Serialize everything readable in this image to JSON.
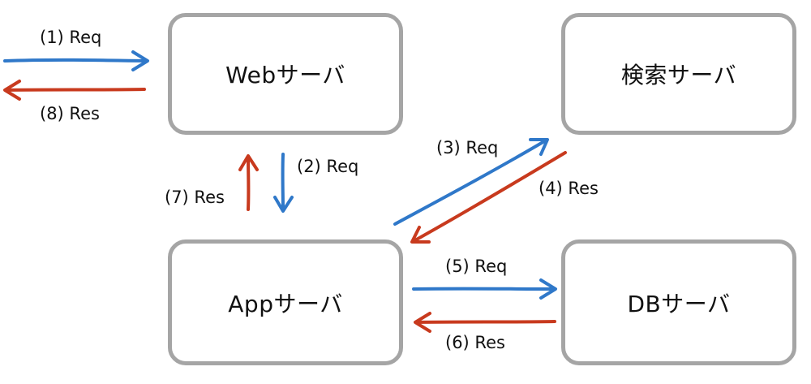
{
  "nodes": {
    "web": "Webサーバ",
    "search": "検索サーバ",
    "app": "Appサーバ",
    "db": "DBサーバ"
  },
  "labels": {
    "step1": "(1) Req",
    "step2": "(2) Req",
    "step3": "(3) Req",
    "step4": "(4) Res",
    "step5": "(5) Req",
    "step6": "(6) Res",
    "step7": "(7) Res",
    "step8": "(8) Res"
  },
  "colors": {
    "request": "#2f78c9",
    "response": "#c83a1e",
    "node_border": "#a5a5a5"
  }
}
